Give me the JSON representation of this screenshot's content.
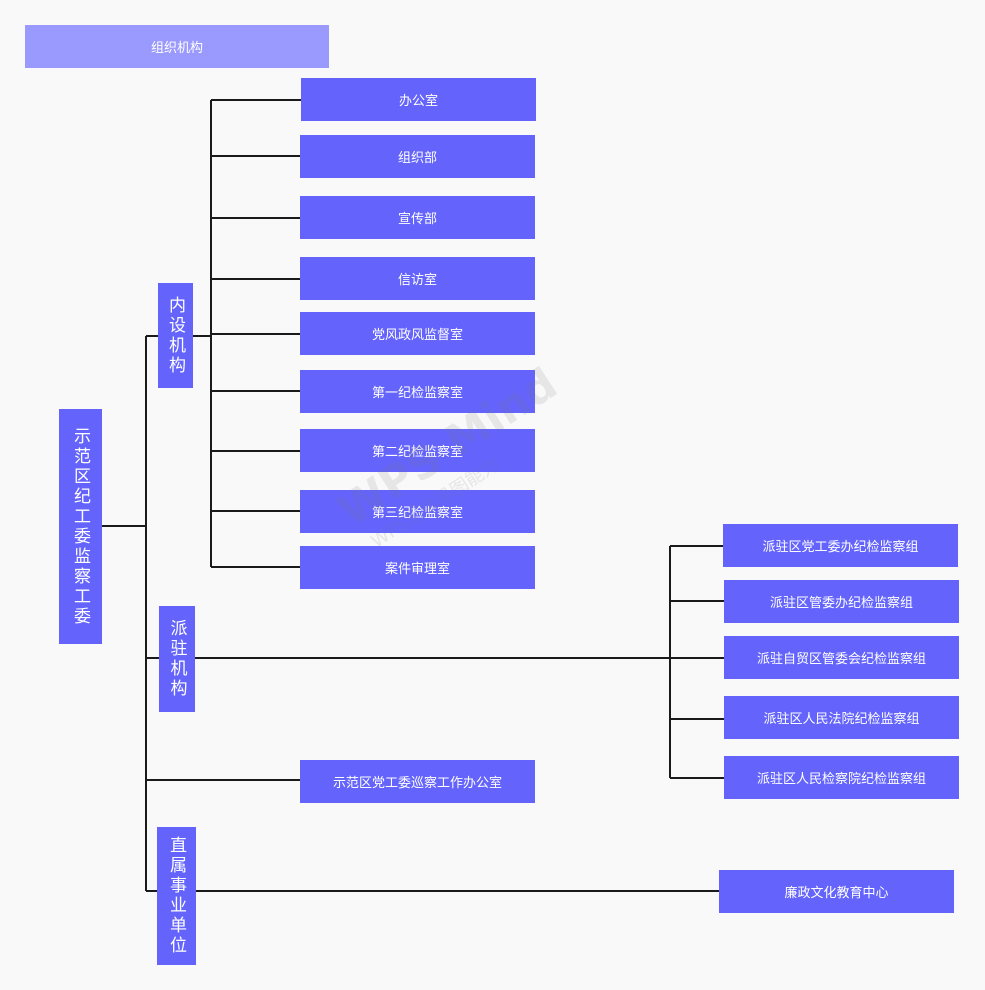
{
  "title": "组织机构",
  "root": {
    "label": "示范区纪工委监察工委"
  },
  "branches": {
    "internal": {
      "label": "内设机构",
      "children": [
        "办公室",
        "组织部",
        "宣传部",
        "信访室",
        "党风政风监督室",
        "第一纪检监察室",
        "第二纪检监察室",
        "第三纪检监察室",
        "案件审理室"
      ]
    },
    "dispatched": {
      "label": "派驻机构",
      "children": [
        "派驻区党工委办纪检监察组",
        "派驻区管委办纪检监察组",
        "派驻自贸区管委会纪检监察组",
        "派驻区人民法院纪检监察组",
        "派驻区人民检察院纪检监察组"
      ]
    },
    "inspection_office": {
      "label": "示范区党工委巡察工作办公室"
    },
    "affiliated": {
      "label": "直属事业单位",
      "children": [
        "廉政文化教育中心"
      ]
    }
  },
  "watermark": {
    "main": "WPS Mind",
    "sub": "WPS思维导图能力"
  },
  "colors": {
    "node": "#6464fd",
    "title": "#9a99fd",
    "line": "#1a1a1a",
    "background": "#f9f9f9"
  }
}
